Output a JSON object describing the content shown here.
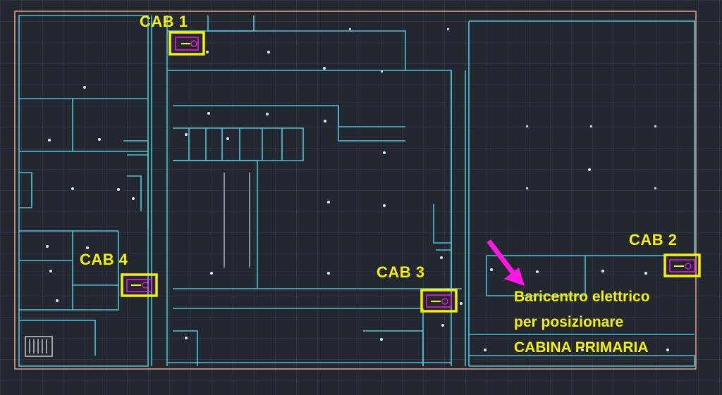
{
  "cabins": [
    {
      "id": "cab1",
      "label": "CAB 1"
    },
    {
      "id": "cab2",
      "label": "CAB 2"
    },
    {
      "id": "cab3",
      "label": "CAB 3"
    },
    {
      "id": "cab4",
      "label": "CAB 4"
    }
  ],
  "annotation": {
    "lines": [
      "Baricentro elettrico",
      "per posizionare",
      "CABINA PRIMARIA"
    ]
  },
  "colors": {
    "background": "#23272f",
    "grid": "#39414d",
    "building_outline": "#e6a48a",
    "walls": "#4fc3d6",
    "highlight_box": "#f5f10a",
    "arrow": "#ff17e5",
    "label_text": "#f5f10a"
  }
}
